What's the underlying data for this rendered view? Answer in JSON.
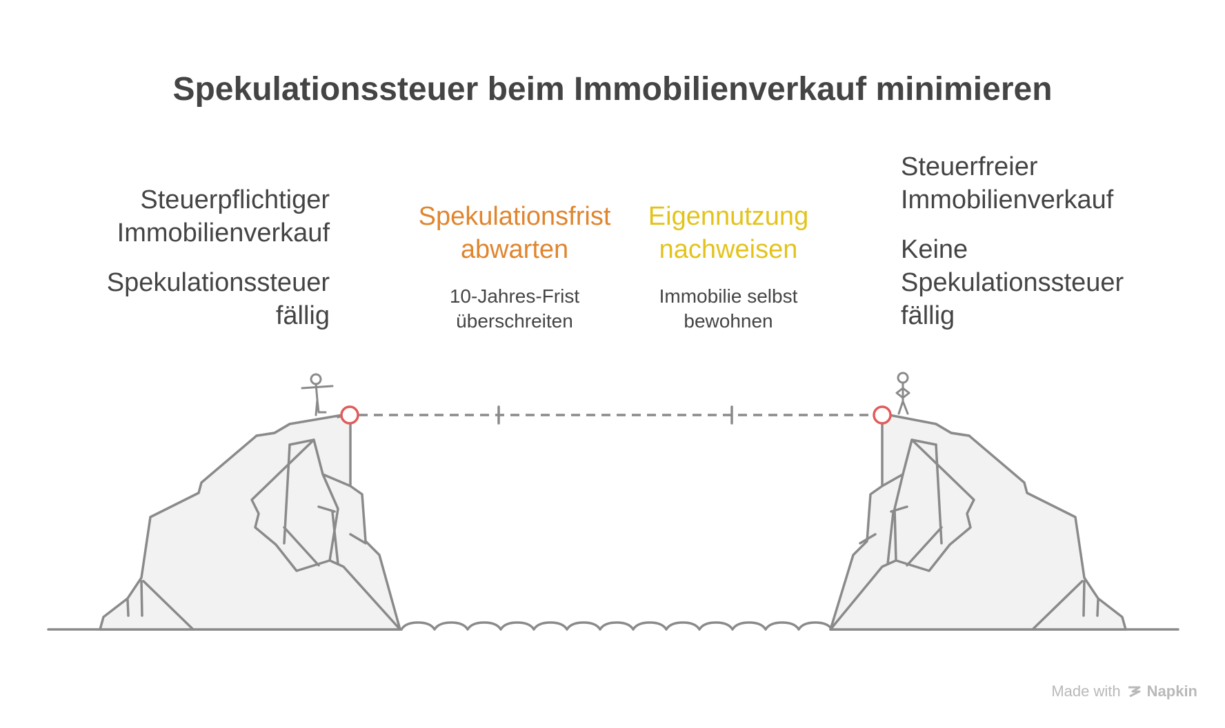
{
  "title": "Spekulationssteuer beim Immobilienverkauf minimieren",
  "left": {
    "heading_line1": "Steuerpflichtiger",
    "heading_line2": "Immobilienverkauf",
    "sub_line1": "Spekulationssteuer",
    "sub_line2": "fällig"
  },
  "right": {
    "heading_line1": "Steuerfreier",
    "heading_line2": "Immobilienverkauf",
    "sub_line1": "Keine",
    "sub_line2": "Spekulationssteuer",
    "sub_line3": "fällig"
  },
  "steps": [
    {
      "title_line1": "Spekulationsfrist",
      "title_line2": "abwarten",
      "desc_line1": "10-Jahres-Frist",
      "desc_line2": "überschreiten",
      "color": "#E0852E"
    },
    {
      "title_line1": "Eigennutzung",
      "title_line2": "nachweisen",
      "desc_line1": "Immobilie selbst",
      "desc_line2": "bewohnen",
      "color": "#E3C31B"
    }
  ],
  "colors": {
    "text": "#444444",
    "outline": "#8a8a8a",
    "rock_fill": "#f2f2f2",
    "marker": "#e25b5b"
  },
  "watermark": {
    "prefix": "Made with",
    "brand": "Napkin",
    "icon": "napkin-logo-icon"
  }
}
